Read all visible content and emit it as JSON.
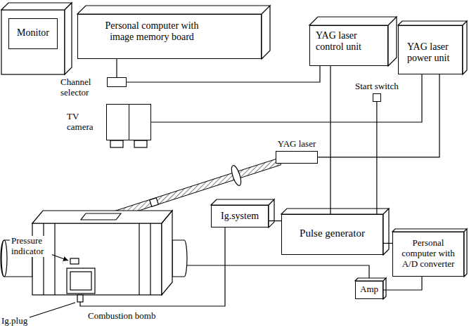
{
  "diagram": {
    "nodes": [
      {
        "text": [
          "Monitor"
        ]
      },
      {
        "text": [
          "Personal computer with image memory board"
        ]
      },
      {
        "text": [
          "YAG laser control unit"
        ]
      },
      {
        "text": [
          "YAG laser power unit"
        ]
      },
      {
        "text": [
          "Channel selector"
        ]
      },
      {
        "text": [
          "TV camera"
        ]
      },
      {
        "text": [
          "YAG laser"
        ]
      },
      {
        "text": [
          "Start switch"
        ]
      },
      {
        "text": [
          "Ig.system"
        ]
      },
      {
        "text": [
          "Pulse generator"
        ]
      },
      {
        "text": [
          "Personal computer with A/D converter"
        ]
      },
      {
        "text": [
          "Amp"
        ]
      }
    ],
    "edges": [
      {
        "from": 1,
        "to": 4,
        "arrow": "none"
      },
      {
        "from": 4,
        "to": 2,
        "arrow": "none"
      },
      {
        "from": 5,
        "to": 3,
        "arrow": "none"
      },
      {
        "from": 6,
        "to": 3,
        "arrow": "none"
      },
      {
        "from": 9,
        "to": 2,
        "arrow": "none"
      },
      {
        "from": 9,
        "to": 7,
        "arrow": "none"
      },
      {
        "from": 8,
        "to": 9,
        "arrow": "none"
      },
      {
        "from": 9,
        "to": 10,
        "arrow": "none"
      },
      {
        "from": 11,
        "to": 10,
        "arrow": "none"
      }
    ],
    "labels": [
      "Pressure indicator",
      "Ig.plug",
      "Combustion bomb"
    ]
  }
}
